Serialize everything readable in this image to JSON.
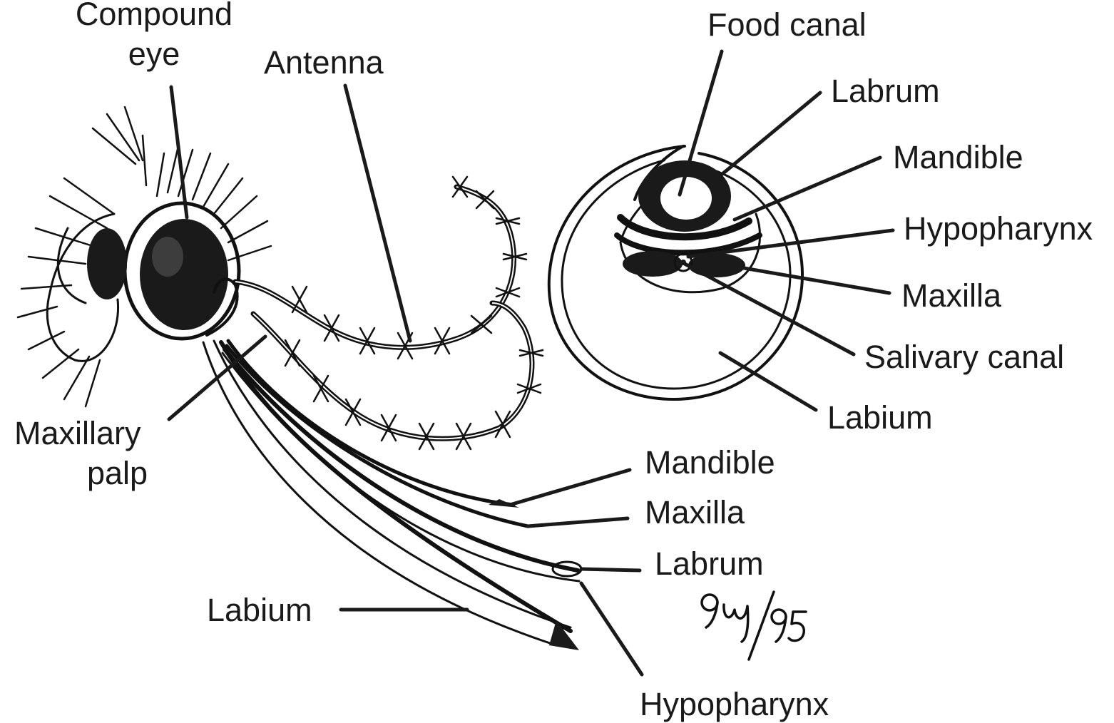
{
  "labels": {
    "compound_eye": [
      "Compound",
      "eye"
    ],
    "antenna": "Antenna",
    "maxillary_palp": [
      "Maxillary",
      "palp"
    ],
    "labium_left": "Labium",
    "mandible_lower": "Mandible",
    "maxilla_lower": "Maxilla",
    "labrum_lower": "Labrum",
    "hypopharynx_lower": "Hypopharynx",
    "food_canal": "Food canal",
    "labrum_upper": "Labrum",
    "mandible_upper": "Mandible",
    "hypopharynx_upper": "Hypopharynx",
    "maxilla_upper": "Maxilla",
    "salivary_canal": "Salivary canal",
    "labium_right": "Labium"
  },
  "signature": "9w/95",
  "colors": {
    "ink": "#1a1a1a",
    "background": "#ffffff"
  }
}
